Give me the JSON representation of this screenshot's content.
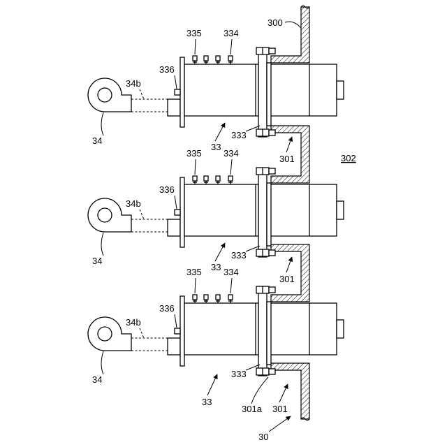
{
  "labels": {
    "wall": "300",
    "wall_ref": "302",
    "assembly": "30",
    "units": [
      {
        "fan": "34",
        "duct": "34b",
        "tab": "336",
        "sensor_a": "335",
        "sensor_b": "334",
        "body": "33",
        "flange": "333",
        "bracket": "301"
      },
      {
        "fan": "34",
        "duct": "34b",
        "tab": "336",
        "sensor_a": "335",
        "sensor_b": "334",
        "body": "33",
        "flange": "333",
        "bracket": "301"
      },
      {
        "fan": "34",
        "duct": "34b",
        "tab": "336",
        "sensor_a": "335",
        "sensor_b": "334",
        "body": "33",
        "flange": "333",
        "bracket": "301",
        "bracket_sub": "301a"
      }
    ]
  },
  "colors": {
    "line": "#000000",
    "background": "#ffffff"
  }
}
